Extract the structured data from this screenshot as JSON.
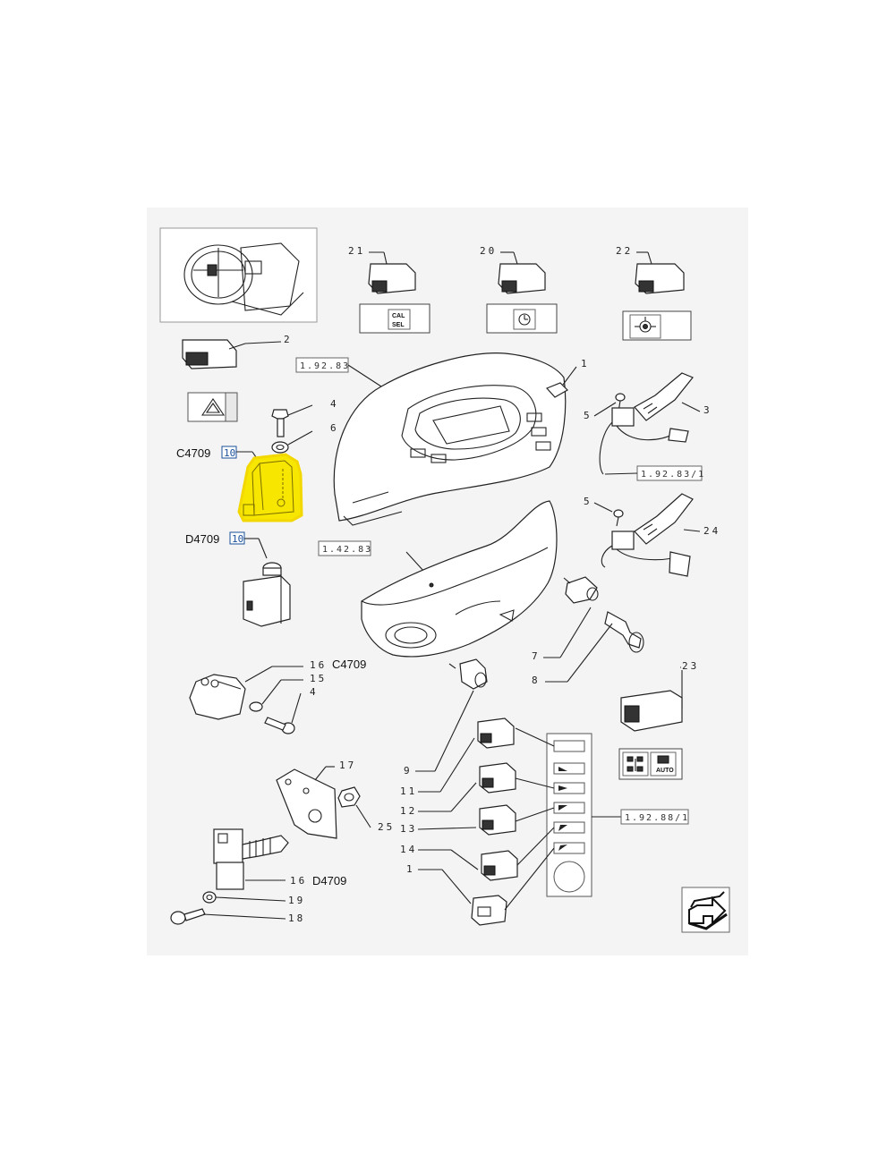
{
  "figure": {
    "part_numbers": {
      "p1a": "1",
      "p1b": "1",
      "p2": "2",
      "p3": "3",
      "p4a": "4",
      "p4b": "4",
      "p5a": "5",
      "p5b": "5",
      "p6": "6",
      "p7": "7",
      "p8": "8",
      "p9": "9",
      "p11": "11",
      "p12": "12",
      "p13": "13",
      "p14": "14",
      "p15": "15",
      "p16a": "16",
      "p16b": "16",
      "p17": "17",
      "p18": "18",
      "p19": "19",
      "p20": "20",
      "p21": "21",
      "p22": "22",
      "p23": "23",
      "p24": "24",
      "p25": "25"
    },
    "references": {
      "r1": "1.92.83",
      "r2": "1.42.83",
      "r3": "1.92.83/1",
      "r4": "1.92.88/1"
    },
    "codes": {
      "c4709_a": "C4709",
      "d4709_a": "D4709",
      "c4709_b": "C4709",
      "d4709_b": "D4709",
      "qty_a": "10",
      "qty_b": "10"
    },
    "badges": {
      "cal_sel_1": "CAL",
      "cal_sel_2": "SEL",
      "auto": "AUTO"
    },
    "highlight_color": "#f7e600"
  }
}
